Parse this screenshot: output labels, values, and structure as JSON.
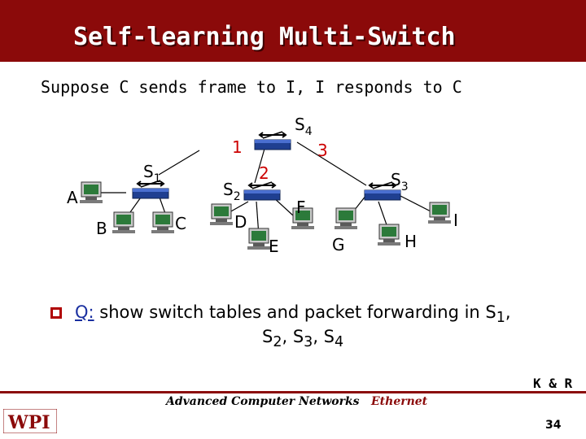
{
  "slide": {
    "title": "Self-learning Multi-Switch",
    "subtitle": "Suppose C sends frame to I, I responds to C",
    "question_label": "Q:",
    "question_text": " show switch tables and packet forwarding in S",
    "question_sub1": "1",
    "question_line2_prefix": "S",
    "question_line2_rest": ", S",
    "question_line2_rest2": ", S",
    "credit": "K & R",
    "footer": {
      "logo_text": "WPI",
      "course": "Advanced Computer Networks",
      "topic": "Ethernet",
      "page": "34"
    }
  },
  "diagram": {
    "switches": [
      {
        "name": "S",
        "sub": "1"
      },
      {
        "name": "S",
        "sub": "2"
      },
      {
        "name": "S",
        "sub": "3"
      },
      {
        "name": "S",
        "sub": "4"
      }
    ],
    "hosts": [
      "A",
      "B",
      "C",
      "D",
      "E",
      "F",
      "G",
      "H",
      "I"
    ],
    "port_labels": [
      "1",
      "2",
      "3"
    ]
  },
  "colors": {
    "header": "#8b0a0a",
    "question_label": "#1a2fa0",
    "port_numbers": "#cc0000",
    "bullet": "#b00000"
  }
}
